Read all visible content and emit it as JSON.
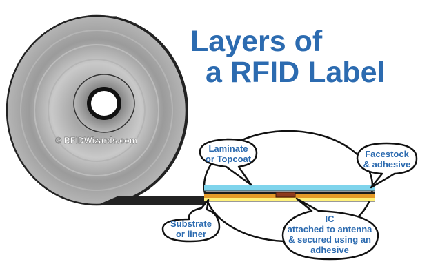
{
  "title": {
    "line1": "Layers of",
    "line2": "a RFID Label"
  },
  "watermark": "© RFIDWizards.com",
  "callouts": {
    "laminate": {
      "line1": "Laminate",
      "line2": "or Topcoat"
    },
    "facestock": {
      "line1": "Facestock",
      "line2": "& adhesive"
    },
    "substrate": {
      "line1": "Substrate",
      "line2": "or liner"
    },
    "ic": {
      "line1": "IC",
      "line2": "attached to antenna",
      "line3": "& secured using an",
      "line4": "adhesive"
    }
  },
  "colors": {
    "title": "#2c6bb0",
    "callout_text": "#2c6bb0",
    "roll_gray": "#a9a9a9",
    "layer_cyan": "#7fd4ec",
    "layer_orange": "#e59a27",
    "layer_yellow": "#fff17a",
    "chip": "#8e3a1c"
  }
}
